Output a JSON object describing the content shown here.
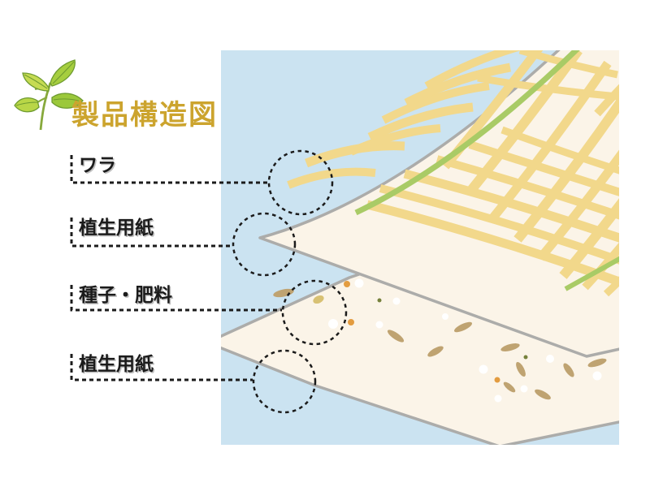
{
  "header": {
    "title": "製品構造図",
    "title_color": "#CCA42E",
    "logo_icon": "sprout-icon"
  },
  "diagram": {
    "panel_background": "#CBE3F1",
    "callouts": [
      {
        "id": "straw",
        "label": "ワラ"
      },
      {
        "id": "vegetation-paper-top",
        "label": "植生用紙"
      },
      {
        "id": "seeds-fertilizer",
        "label": "種子・肥料"
      },
      {
        "id": "vegetation-paper-bottom",
        "label": "植生用紙"
      }
    ],
    "colors": {
      "straw": "#F2D88B",
      "paper": "#FBF4E8",
      "paper_edge": "#ACACAA",
      "green_stalk": "#A9CB66",
      "seed_brown": "#BFA371",
      "seed_tan": "#D8C173",
      "fertilizer_white": "#FFFFFF",
      "fertilizer_orange": "#E39C40",
      "fertilizer_olive": "#76813C",
      "callout_line": "#1b1b1b"
    }
  }
}
